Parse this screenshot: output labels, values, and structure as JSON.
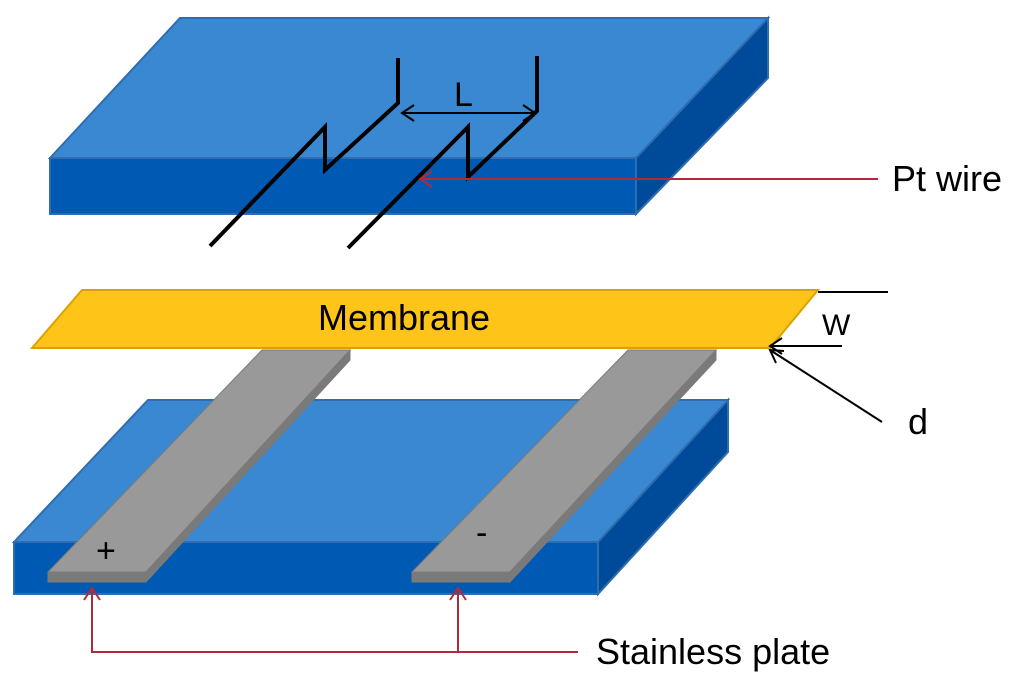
{
  "labels": {
    "length": "L",
    "pt_wire": "Pt wire",
    "membrane": "Membrane",
    "width": "W",
    "thickness": "d",
    "plus": "+",
    "minus": "-",
    "stainless_plate": "Stainless plate"
  },
  "colors": {
    "plate_top_face": "#3a88d2",
    "plate_front_face": "#005ab4",
    "plate_side_face": "#004b99",
    "plate_edge": "#2f6db0",
    "membrane_fill": "#ffc418",
    "membrane_edge": "#d9a200",
    "electrode_top": "#999999",
    "electrode_front": "#7a7a7a",
    "pointer_line": "#b02a3a",
    "wire": "#000000"
  }
}
